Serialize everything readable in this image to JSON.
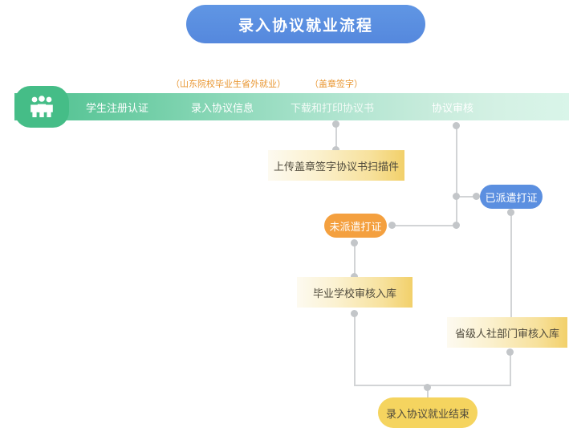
{
  "title": {
    "text": "录入协议就业流程"
  },
  "annotations": [
    {
      "id": "annotation-0",
      "text": "（山东院校毕业生省外就业）"
    },
    {
      "id": "annotation-1",
      "text": "（盖章签字）"
    }
  ],
  "stage_bar": {
    "icon": "group-people-icon",
    "steps": [
      {
        "label": "学生注册认证"
      },
      {
        "label": "录入协议信息"
      },
      {
        "label": "下载和打印协议书"
      },
      {
        "label": "协议审核"
      }
    ]
  },
  "nodes": {
    "upload_scan": "上传盖章签字协议书扫描件",
    "undispatched": "未派遣打证",
    "dispatched": "已派遣打证",
    "school_review": "毕业学校审核入库",
    "province_review": "省级人社部门审核入库",
    "end": "录入协议就业结束"
  },
  "colors": {
    "title_pill": "#5b8fe0",
    "bar_start": "#4ec18e",
    "bar_end": "#d9f5e9",
    "annotation": "#e8952f",
    "box_gold": "#f2d06a",
    "pill_orange": "#f4a03f",
    "pill_blue": "#5b8fe0",
    "pill_yellow": "#f5d45f",
    "connector": "#d2d4d6"
  }
}
